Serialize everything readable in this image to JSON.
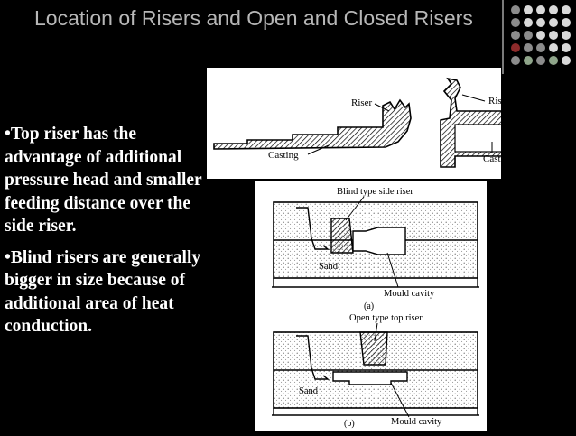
{
  "slide": {
    "title": "Location of Risers and Open  and Closed Risers",
    "bullets": [
      "•Top riser has the advantage of additional pressure head and smaller feeding distance over the side riser.",
      "•Blind risers are generally bigger in size because of additional area of heat conduction."
    ]
  },
  "figure_top": {
    "left_riser_label": "Riser",
    "left_casting_label": "Casting",
    "right_risers_label": "Risers",
    "right_casting_label": "Casting"
  },
  "figure_bottom": {
    "a_riser_label": "Blind type side riser",
    "a_sand_label": "Sand",
    "a_cavity_label": "Mould cavity",
    "a_caption": "(a)",
    "b_riser_label": "Open type top riser",
    "b_sand_label": "Sand",
    "b_cavity_label": "Mould cavity",
    "b_caption": "(b)"
  },
  "colors": {
    "background": "#000000",
    "title": "#b7b7b7",
    "text": "#ffffff",
    "dot_gray": "#8c8c8c",
    "dot_red": "#8e2b2b",
    "dot_green": "#8fa58a",
    "dot_white": "#d9d9d9"
  }
}
